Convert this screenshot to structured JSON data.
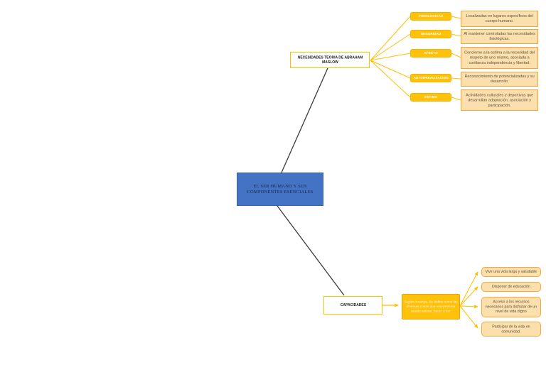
{
  "center": {
    "title": "EL SER HUMANO Y SUS COMPONENTES ESENCIALES"
  },
  "maslow": {
    "title": "NECESIDADES TEORIA DE ABRAHAM MASLOW",
    "items": [
      {
        "label": "FISIOLOGICAS",
        "desc": "Localizadas en lugares específicos del cuerpo humano."
      },
      {
        "label": "SEGURIDAD",
        "desc": "Al mantener controladas las necesidades fisiológicas."
      },
      {
        "label": "AFECTO",
        "desc": "Concierne a la estima a la necesidad del respeto de uno mismo, asociada a confianza independencia y libertad."
      },
      {
        "label": "AUTORREALIZACION",
        "desc": "Reconocimiento de potencializadas y su desarrollo."
      },
      {
        "label": "ESTIMA",
        "desc": "Actividades culturales y deportivas que desarrollan adaptación, asociación y participación."
      }
    ]
  },
  "capacidades": {
    "title": "CAPACIDADES",
    "definition": "Según Amartya, Se define como las diversas cosas que una persona puede valorar, hacer o ser",
    "items": [
      "Vivir una vida larga y saludable",
      "Disponer de educación",
      "Acceso a los recursos necesarios para disfrutar de un nivel de vida digno",
      "Participar de la vida en comunidad."
    ]
  },
  "colors": {
    "accent_gold": "#FFC000",
    "pill_fill": "#FFC10A",
    "light_node_fill": "#FBE0AD",
    "light_node_border": "#F1A33C",
    "central_blue": "#4472C4",
    "dark_line": "#3A3A3A"
  }
}
